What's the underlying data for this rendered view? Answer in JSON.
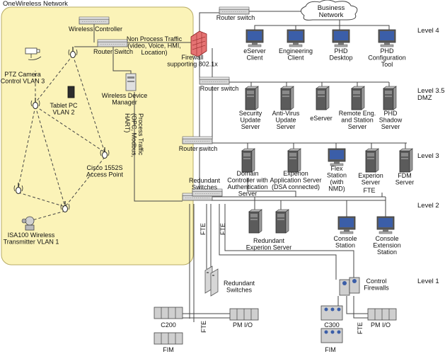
{
  "zone": {
    "title": "OneWireless Network",
    "fill": "#fbf3b8",
    "stroke": "#b8ac66"
  },
  "cloud_label": [
    "Business",
    "Network"
  ],
  "levels": [
    {
      "id": "l4",
      "label": [
        "Level 4"
      ]
    },
    {
      "id": "l35",
      "label": [
        "Level 3.5",
        "DMZ"
      ]
    },
    {
      "id": "l3",
      "label": [
        "Level 3"
      ]
    },
    {
      "id": "l2",
      "label": [
        "Level 2"
      ]
    },
    {
      "id": "l1",
      "label": [
        "Level 1"
      ]
    }
  ],
  "labels": {
    "wireless_controller": [
      "Wireless Controller"
    ],
    "router_switch_wireless": [
      "Router Switch"
    ],
    "non_process_traffic": [
      "Non Process Traffic",
      "(video, Voice, HMI,",
      "Location)"
    ],
    "firewall": [
      "Firewall",
      "supporting 802.1x"
    ],
    "wireless_device_manager": [
      "Wireless Device",
      "Manager"
    ],
    "process_traffic": [
      "Process Traffic",
      "(OPC, Modbus,",
      "HART)"
    ],
    "ptz_camera": [
      "PTZ Camera",
      "Control VLAN 3"
    ],
    "tablet_pc": [
      "Tablet PC",
      "VLAN 2"
    ],
    "cisco_ap": [
      "Cisco 1552S",
      "Access Point"
    ],
    "isa100": [
      "ISA100 Wireless",
      "Transmitter VLAN 1"
    ],
    "router_switch_l4": [
      "Router switch"
    ],
    "eserver_client": [
      "eServer",
      "Client"
    ],
    "engineering_client": [
      "Engineering",
      "Client"
    ],
    "phd_desktop": [
      "PHD",
      "Desktop"
    ],
    "phd_config_tool": [
      "PHD",
      "Configuration",
      "Tool"
    ],
    "router_switch_l35": [
      "Router switch"
    ],
    "security_update_server": [
      "Security",
      "Update",
      "Server"
    ],
    "antivirus_server": [
      "Anti-Virus",
      "Update",
      "Server"
    ],
    "eserver": [
      "eServer"
    ],
    "remote_eng_server": [
      "Remote Eng.",
      "and Station",
      "Server"
    ],
    "phd_shadow_server": [
      "PHD",
      "Shadow",
      "Server"
    ],
    "router_switch_l3": [
      "Router switch"
    ],
    "domain_controller": [
      "Domain",
      "Controller with",
      "Authentication",
      "Server"
    ],
    "experion_app_server": [
      "Experion",
      "Application Server",
      "(DSA connected)"
    ],
    "flex_station": [
      "Flex",
      "Station",
      "(with",
      "NMD)"
    ],
    "experion_server_l3": [
      "Experion",
      "Server"
    ],
    "fdm_server": [
      "FDM",
      "Server"
    ],
    "redundant_switches_l2": [
      "Redundant",
      "Switches"
    ],
    "fte_top": [
      "FTE"
    ],
    "redundant_experion_server": [
      "Redundant",
      "Experion Server"
    ],
    "console_station": [
      "Console",
      "Station"
    ],
    "console_extension_station": [
      "Console",
      "Extension",
      "Station"
    ],
    "fte_v1": [
      "FTE"
    ],
    "fte_v2": [
      "FTE"
    ],
    "redundant_switches_l1": [
      "Redundant",
      "Switches"
    ],
    "control_firewalls": [
      "Control",
      "Firewalls"
    ],
    "c200": [
      "C200"
    ],
    "pm_io_left": [
      "PM I/O"
    ],
    "fim_left": [
      "FIM"
    ],
    "fte_v3": [
      "FTE"
    ],
    "c300": [
      "C300"
    ],
    "pm_io_right": [
      "PM I/O"
    ],
    "fim_right": [
      "FIM"
    ],
    "fte_v4": [
      "FTE"
    ]
  },
  "colors": {
    "firewall_red": "#d9534f",
    "device_grey": "#c9c9c9",
    "device_dark": "#4d4d4d",
    "screen_blue": "#3b5ea8",
    "line": "#444444"
  }
}
